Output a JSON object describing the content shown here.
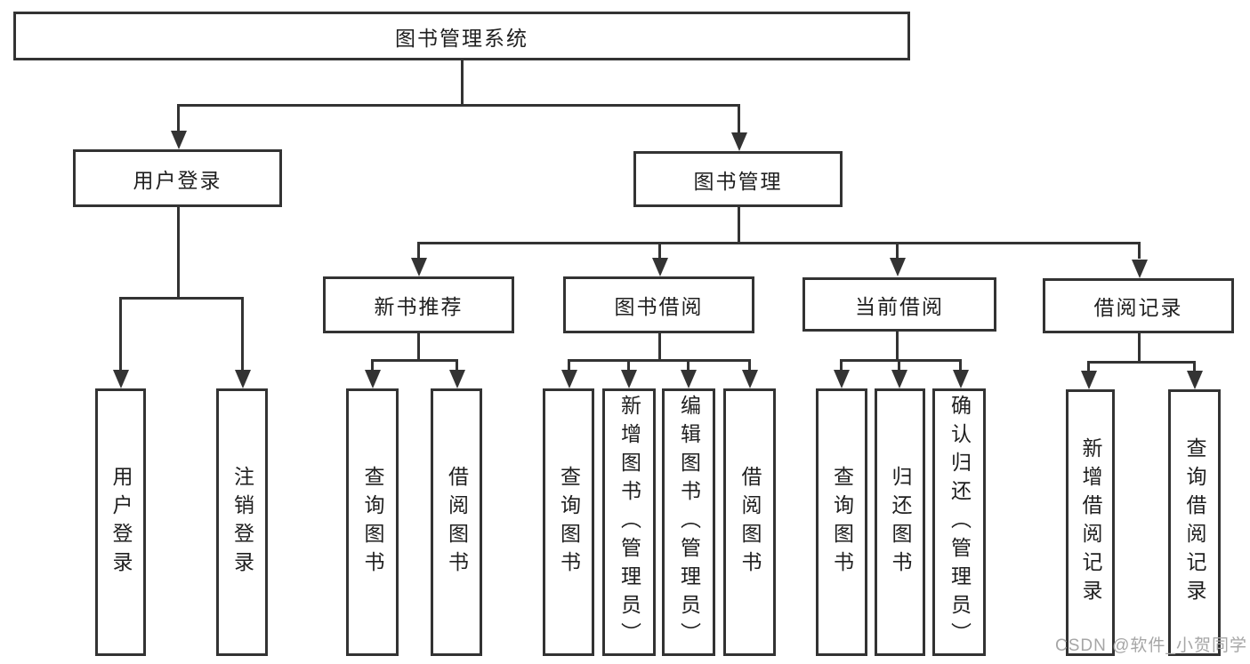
{
  "watermark": {
    "text": "CSDN @软件_小贺同学"
  },
  "diagram": {
    "type": "hierarchy-tree",
    "colors": {
      "line": "#333333",
      "text": "#1f1f1f",
      "background": "#ffffff",
      "watermark": "#a6a6a6"
    }
  },
  "tree": {
    "root": {
      "label": "图书管理系统",
      "children": [
        {
          "label": "用户登录",
          "children": [
            {
              "label": "用户登录"
            },
            {
              "label": "注销登录"
            }
          ]
        },
        {
          "label": "图书管理",
          "children": [
            {
              "label": "新书推荐",
              "children": [
                {
                  "label": "查询图书"
                },
                {
                  "label": "借阅图书"
                }
              ]
            },
            {
              "label": "图书借阅",
              "children": [
                {
                  "label": "查询图书"
                },
                {
                  "label": "新增图书（管理员）"
                },
                {
                  "label": "编辑图书（管理员）"
                },
                {
                  "label": "借阅图书"
                }
              ]
            },
            {
              "label": "当前借阅",
              "children": [
                {
                  "label": "查询图书"
                },
                {
                  "label": "归还图书"
                },
                {
                  "label": "确认归还（管理员）"
                }
              ]
            },
            {
              "label": "借阅记录",
              "children": [
                {
                  "label": "新增借阅记录"
                },
                {
                  "label": "查询借阅记录"
                }
              ]
            }
          ]
        }
      ]
    }
  }
}
